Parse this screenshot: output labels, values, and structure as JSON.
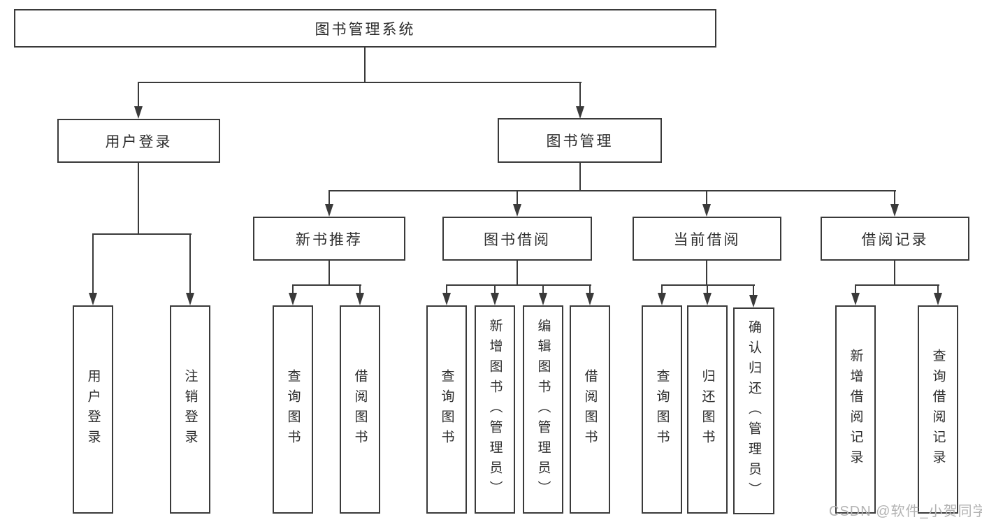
{
  "nodes": {
    "root": "图书管理系统",
    "userLogin": "用户登录",
    "bookMgmt": "图书管理",
    "newBook": "新书推荐",
    "bookBorrow": "图书借阅",
    "currentBorrow": "当前借阅",
    "borrowRecords": "借阅记录"
  },
  "leaves": {
    "userLogin": [
      "用户登录",
      "注销登录"
    ],
    "newBook": [
      "查询图书",
      "借阅图书"
    ],
    "bookBorrow": [
      "查询图书",
      "新增图书（管理员）",
      "编辑图书（管理员）",
      "借阅图书"
    ],
    "currentBorrow": [
      "查询图书",
      "归还图书",
      "确认归还（管理员）"
    ],
    "borrowRecords": [
      "新增借阅记录",
      "查询借阅记录"
    ]
  },
  "watermark": "CSDN @软件_小贺同学",
  "colors": {
    "line": "#3a3a3a",
    "text": "#2d2d2d",
    "background": "#ffffff",
    "watermark": "#b3b3b3"
  }
}
